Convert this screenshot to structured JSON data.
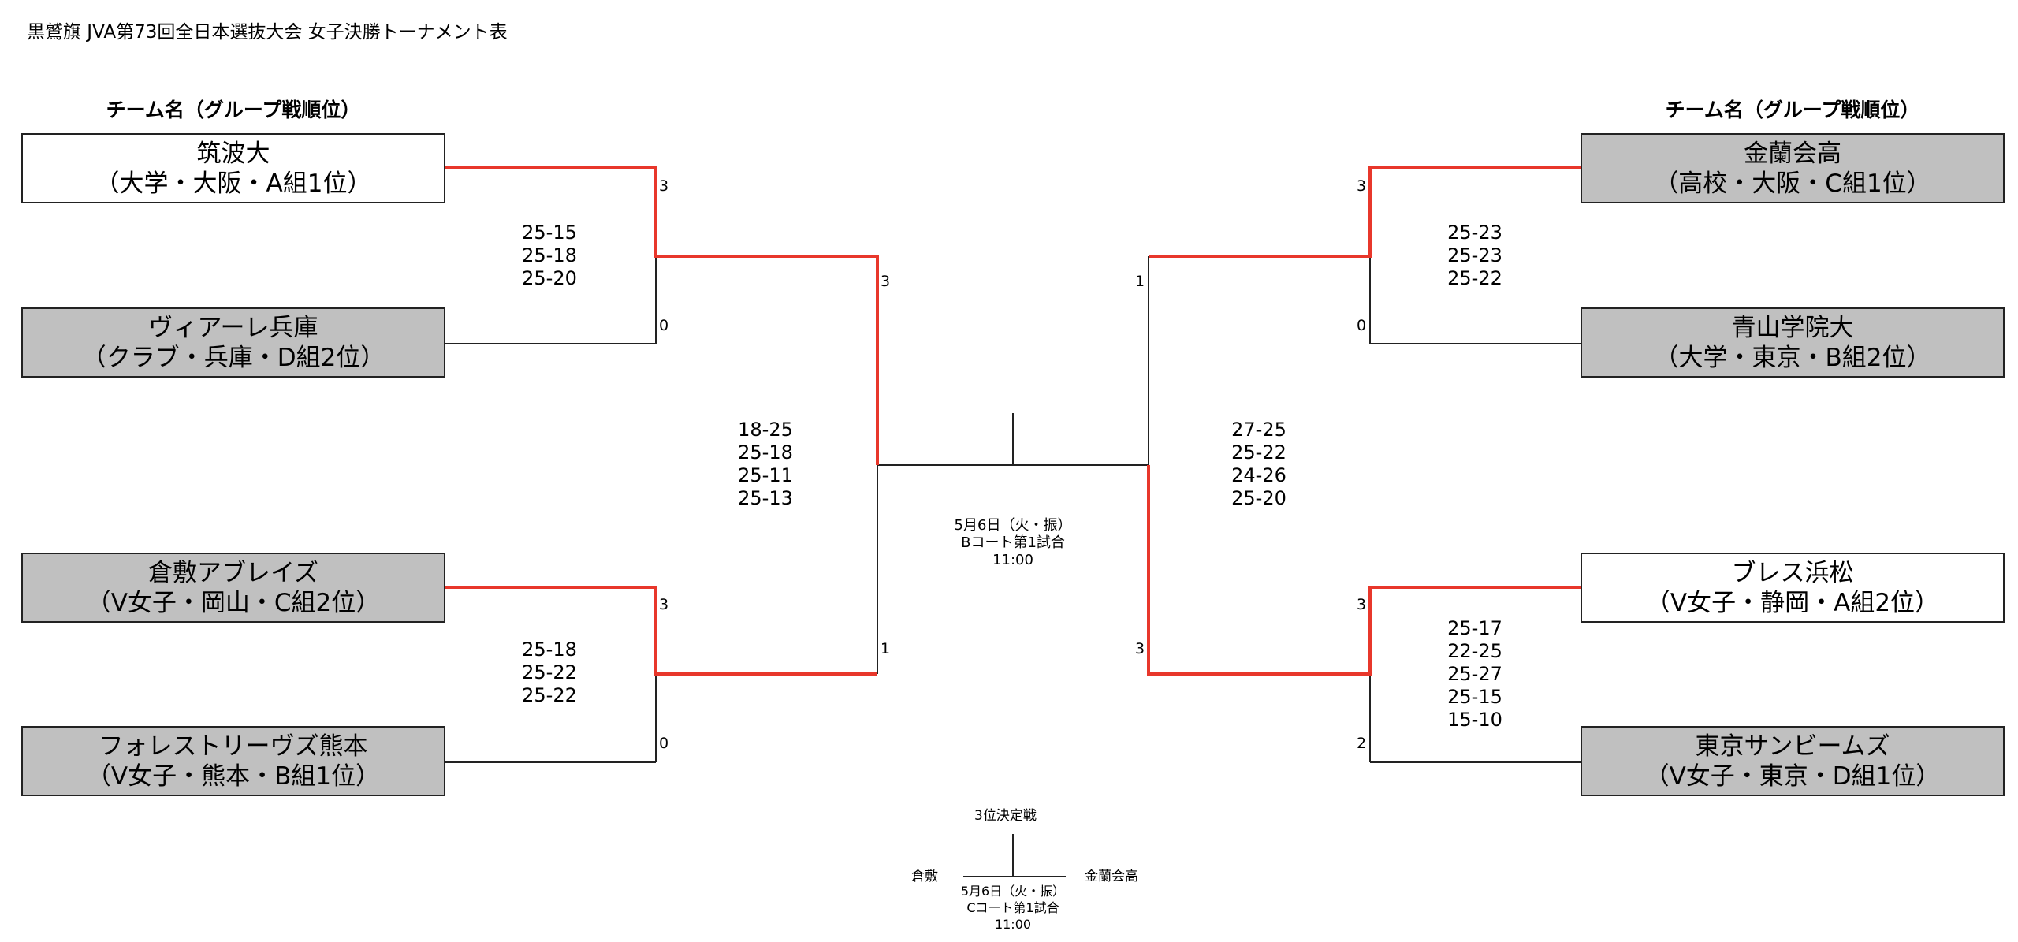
{
  "title": "黒鷲旗 JVA第73回全日本選抜大会 女子決勝トーナメント表",
  "column_header": "チーム名（グループ戦順位）",
  "teams": {
    "l1": {
      "name": "筑波大",
      "sub": "（大学・大阪・A組1位）"
    },
    "l2": {
      "name": "ヴィアーレ兵庫",
      "sub": "（クラブ・兵庫・D組2位）"
    },
    "l3": {
      "name": "倉敷アブレイズ",
      "sub": "（V女子・岡山・C組2位）"
    },
    "l4": {
      "name": "フォレストリーヴズ熊本",
      "sub": "（V女子・熊本・B組1位）"
    },
    "r1": {
      "name": "金蘭会高",
      "sub": "（高校・大阪・C組1位）"
    },
    "r2": {
      "name": "青山学院大",
      "sub": "（大学・東京・B組2位）"
    },
    "r3": {
      "name": "ブレス浜松",
      "sub": "（V女子・静岡・A組2位）"
    },
    "r4": {
      "name": "東京サンビームズ",
      "sub": "（V女子・東京・D組1位）"
    }
  },
  "scores": {
    "l1": "3",
    "l2": "0",
    "l3": "3",
    "l4": "0",
    "lsf_top": "3",
    "lsf_bottom": "1",
    "r1": "3",
    "r2": "0",
    "r3": "3",
    "r4": "2",
    "rsf_top": "1",
    "rsf_bottom": "3"
  },
  "sets": {
    "qf_l_top": [
      "25-15",
      "25-18",
      "25-20"
    ],
    "qf_l_bottom": [
      "25-18",
      "25-22",
      "25-22"
    ],
    "sf_left": [
      "18-25",
      "25-18",
      "25-11",
      "25-13"
    ],
    "qf_r_top": [
      "25-23",
      "25-23",
      "25-22"
    ],
    "qf_r_bottom": [
      "25-17",
      "22-25",
      "25-27",
      "25-15",
      "15-10"
    ],
    "sf_right": [
      "27-25",
      "25-22",
      "24-26",
      "25-20"
    ]
  },
  "final_info": [
    "5月6日（火・振）",
    "Bコート第1試合",
    "11:00"
  ],
  "third_place": {
    "label": "3位決定戦",
    "left_team": "倉敷",
    "right_team": "金蘭会高",
    "info": [
      "5月6日（火・振）",
      "Cコート第1試合",
      "11:00"
    ]
  },
  "colors": {
    "winner_line": "#e8372b",
    "line": "#222222",
    "team_box_gray": "#c0c0c0"
  }
}
